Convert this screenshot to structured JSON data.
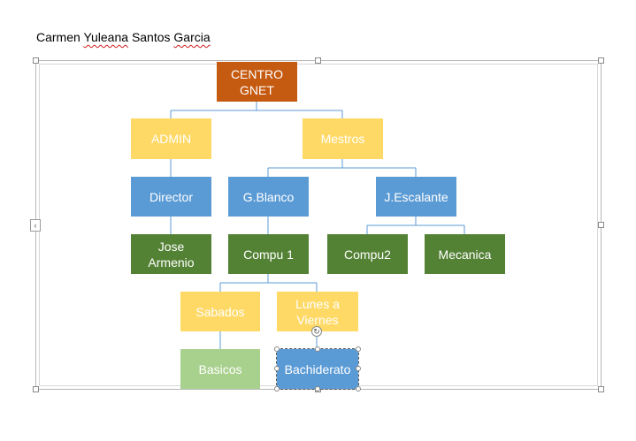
{
  "document": {
    "author_first": "Carmen",
    "author_second": "Yuleana",
    "author_third": "Santos",
    "author_fourth": "Garcia"
  },
  "org_chart": {
    "root": "CENTRO GNET",
    "admin": "ADMIN",
    "director": "Director",
    "jose": "Jose Armenio",
    "mestros": "Mestros",
    "gblanco": "G.Blanco",
    "compu1": "Compu 1",
    "sabados": "Sabados",
    "basicos": "Basicos",
    "lunes": "Lunes a Viernes",
    "bachiderato": "Bachiderato",
    "jescalante": "J.Escalante",
    "compu2": "Compu2",
    "mecanica": "Mecanica"
  },
  "colors": {
    "root": "#c55a11",
    "level1": "#ffd966",
    "level2": "#5b9bd5",
    "level3": "#548235",
    "leaf": "#a9d18e",
    "connector": "#5b9bd5"
  }
}
